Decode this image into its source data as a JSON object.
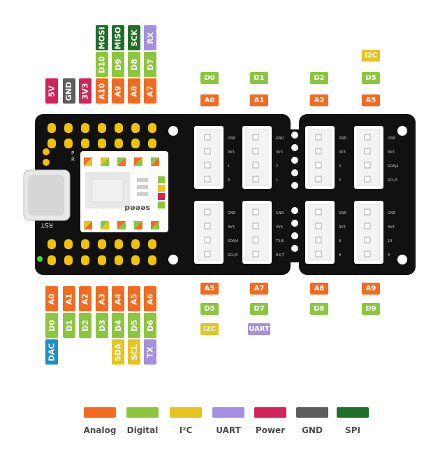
{
  "colors": {
    "analog": "#f26b21",
    "digital": "#8cc63f",
    "i2c": "#e6c420",
    "uart": "#a590e0",
    "power": "#d0245a",
    "gnd": "#5c5c5c",
    "spi": "#1f6e2a",
    "dac": "#1f8fbf"
  },
  "top_pins": [
    {
      "col": 0,
      "items": [
        {
          "text": "5V",
          "type": "power"
        }
      ]
    },
    {
      "col": 1,
      "items": [
        {
          "text": "GND",
          "type": "gnd"
        }
      ]
    },
    {
      "col": 2,
      "items": [
        {
          "text": "3V3",
          "type": "power"
        }
      ]
    },
    {
      "col": 3,
      "items": [
        {
          "text": "A10",
          "type": "analog"
        },
        {
          "text": "D10",
          "type": "digital"
        },
        {
          "text": "MOSI",
          "type": "spi"
        }
      ]
    },
    {
      "col": 4,
      "items": [
        {
          "text": "A9",
          "type": "analog"
        },
        {
          "text": "D9",
          "type": "digital"
        },
        {
          "text": "MISO",
          "type": "spi"
        }
      ]
    },
    {
      "col": 5,
      "items": [
        {
          "text": "A8",
          "type": "analog"
        },
        {
          "text": "D8",
          "type": "digital"
        },
        {
          "text": "SCK",
          "type": "spi"
        }
      ]
    },
    {
      "col": 6,
      "items": [
        {
          "text": "A7",
          "type": "analog"
        },
        {
          "text": "D7",
          "type": "digital"
        },
        {
          "text": "RX",
          "type": "uart"
        }
      ]
    }
  ],
  "bottom_pins": [
    {
      "col": 0,
      "items": [
        {
          "text": "A0",
          "type": "analog"
        },
        {
          "text": "D0",
          "type": "digital"
        },
        {
          "text": "DAC",
          "type": "dac"
        }
      ]
    },
    {
      "col": 1,
      "items": [
        {
          "text": "A1",
          "type": "analog"
        },
        {
          "text": "D1",
          "type": "digital"
        }
      ]
    },
    {
      "col": 2,
      "items": [
        {
          "text": "A2",
          "type": "analog"
        },
        {
          "text": "D2",
          "type": "digital"
        }
      ]
    },
    {
      "col": 3,
      "items": [
        {
          "text": "A3",
          "type": "analog"
        },
        {
          "text": "D3",
          "type": "digital"
        }
      ]
    },
    {
      "col": 4,
      "items": [
        {
          "text": "A4",
          "type": "analog"
        },
        {
          "text": "D4",
          "type": "digital"
        },
        {
          "text": "SDA",
          "type": "i2c"
        }
      ]
    },
    {
      "col": 5,
      "items": [
        {
          "text": "A5",
          "type": "analog"
        },
        {
          "text": "D5",
          "type": "digital"
        },
        {
          "text": "SCL",
          "type": "i2c"
        }
      ]
    },
    {
      "col": 6,
      "items": [
        {
          "text": "A6",
          "type": "analog"
        },
        {
          "text": "D6",
          "type": "digital"
        },
        {
          "text": "TX",
          "type": "uart"
        }
      ]
    }
  ],
  "grove_top": [
    {
      "col": 0,
      "items": [
        {
          "text": "D0",
          "type": "digital"
        },
        {
          "text": "A0",
          "type": "analog"
        }
      ]
    },
    {
      "col": 1,
      "items": [
        {
          "text": "D1",
          "type": "digital"
        },
        {
          "text": "A1",
          "type": "analog"
        }
      ]
    },
    {
      "col": 2,
      "items": [
        {
          "text": "D2",
          "type": "digital"
        },
        {
          "text": "A2",
          "type": "analog"
        }
      ]
    },
    {
      "col": 3,
      "items": [
        {
          "text": "I2C",
          "type": "i2c"
        },
        {
          "text": "D5",
          "type": "digital"
        },
        {
          "text": "A5",
          "type": "analog"
        }
      ]
    }
  ],
  "grove_bottom": [
    {
      "col": 0,
      "items": [
        {
          "text": "A5",
          "type": "analog"
        },
        {
          "text": "D5",
          "type": "digital"
        },
        {
          "text": "I2C",
          "type": "i2c"
        }
      ]
    },
    {
      "col": 1,
      "items": [
        {
          "text": "A7",
          "type": "analog"
        },
        {
          "text": "D7",
          "type": "digital"
        },
        {
          "text": "UART",
          "type": "uart"
        }
      ]
    },
    {
      "col": 2,
      "items": [
        {
          "text": "A8",
          "type": "analog"
        },
        {
          "text": "D8",
          "type": "digital"
        }
      ]
    },
    {
      "col": 3,
      "items": [
        {
          "text": "A9",
          "type": "analog"
        },
        {
          "text": "D9",
          "type": "digital"
        }
      ]
    }
  ],
  "connector_labels": {
    "upper_left": [
      "GND",
      "3V3",
      "1",
      "0"
    ],
    "upper_mid": [
      "GND",
      "3V3",
      "2",
      "1"
    ],
    "upper_r1": [
      "GND",
      "3V3",
      "3",
      "2"
    ],
    "upper_r2": [
      "GND",
      "3V3",
      "SDA|4",
      "SCL|5"
    ],
    "lower_left": [
      "GND",
      "3V3",
      "SDA|4",
      "SCL|5"
    ],
    "lower_mid": [
      "GND",
      "3V3",
      "TX|6",
      "RX|7"
    ],
    "lower_r1": [
      "GND",
      "3V3",
      "8",
      "9"
    ],
    "lower_r2": [
      "GND",
      "3V3",
      "10",
      "9"
    ]
  },
  "board_text": {
    "rst": "RST",
    "brand": "seeed",
    "led": "P",
    "led2": "R"
  },
  "legend": [
    {
      "label": "Analog",
      "type": "analog"
    },
    {
      "label": "Digital",
      "type": "digital"
    },
    {
      "label": "I²C",
      "type": "i2c"
    },
    {
      "label": "UART",
      "type": "uart"
    },
    {
      "label": "Power",
      "type": "power"
    },
    {
      "label": "GND",
      "type": "gnd"
    },
    {
      "label": "SPI",
      "type": "spi"
    }
  ]
}
